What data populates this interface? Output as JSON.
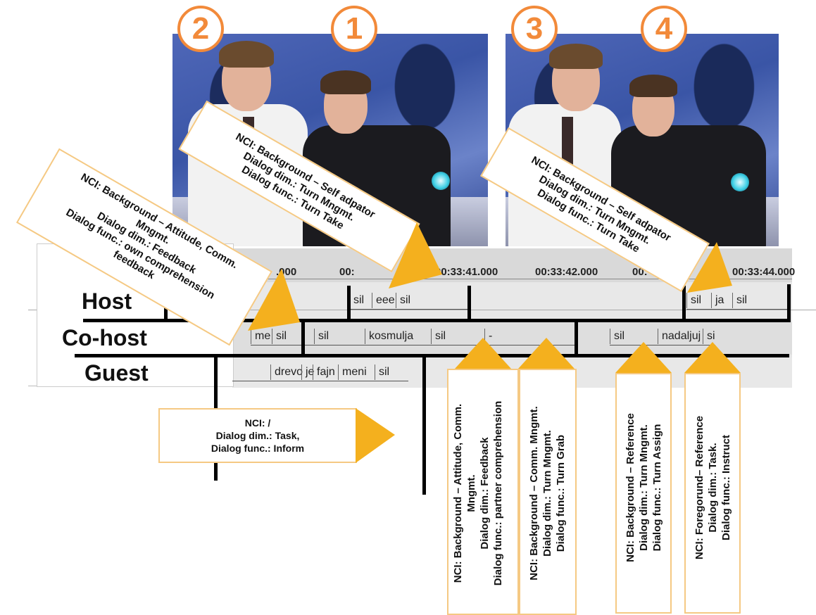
{
  "frames": {
    "markers": [
      "2",
      "1",
      "3",
      "4"
    ]
  },
  "tiers": {
    "host": "Host",
    "cohost": "Co-host",
    "guest": "Guest"
  },
  "timestamps": {
    "t1": ".000",
    "t2": "00:",
    "t3": "00:33:41.000",
    "t4": "00:33:42.000",
    "t5": "00:",
    "t6": "00:33:44.000"
  },
  "host_cells": [
    "sil",
    "eee",
    "sil",
    "sil",
    "ja",
    "sil"
  ],
  "cohost_cells": [
    "me",
    "sil",
    "sil",
    "kosmulja",
    "sil",
    "-",
    "sil",
    "nadaljuj",
    "si"
  ],
  "guest_cells": [
    "drevo",
    "je",
    "fajn",
    "meni",
    "sil"
  ],
  "notes": {
    "n_left": [
      "NCI: Background – Attitude, Comm.",
      "Mngmt.",
      "Dialog dim.: Feedback",
      "Dialog func.: own comprehension",
      "feedback"
    ],
    "n_mid": [
      "NCI: Background – Self adpator",
      "Dialog dim.: Turn Mngmt.",
      "Dialog func.: Turn Take"
    ],
    "n_right": [
      "NCI: Background – Self adpator",
      "Dialog dim.: Turn Mngmt.",
      "Dialog func.: Turn Take"
    ],
    "n_guest": [
      "NCI: /",
      "Dialog dim.: Task,",
      "Dialog func.: Inform"
    ],
    "v1": [
      "NCI: Background – Attitude, Comm.",
      "Mngmt.",
      "Dialog dim.: Feedback",
      "Dialog func.: partner comprehension"
    ],
    "v2": [
      "NCI: Background – Comm. Mngmt.",
      "Dialog dim.: Turn Mngmt.",
      "Dialog func.: Turn Grab"
    ],
    "v3": [
      "NCI: Background – Reference",
      "Dialog dim.: Turn Mngmt.",
      "Dialog func.: Turn Assign"
    ],
    "v4": [
      "NCI: Foregorund– Reference",
      "Dialog dim.: Task.",
      "Dialog func.: Instruct"
    ]
  },
  "colors": {
    "accent_orange": "#f28a3a",
    "arrow_yellow": "#f4b01e",
    "note_border": "#f5c983"
  }
}
